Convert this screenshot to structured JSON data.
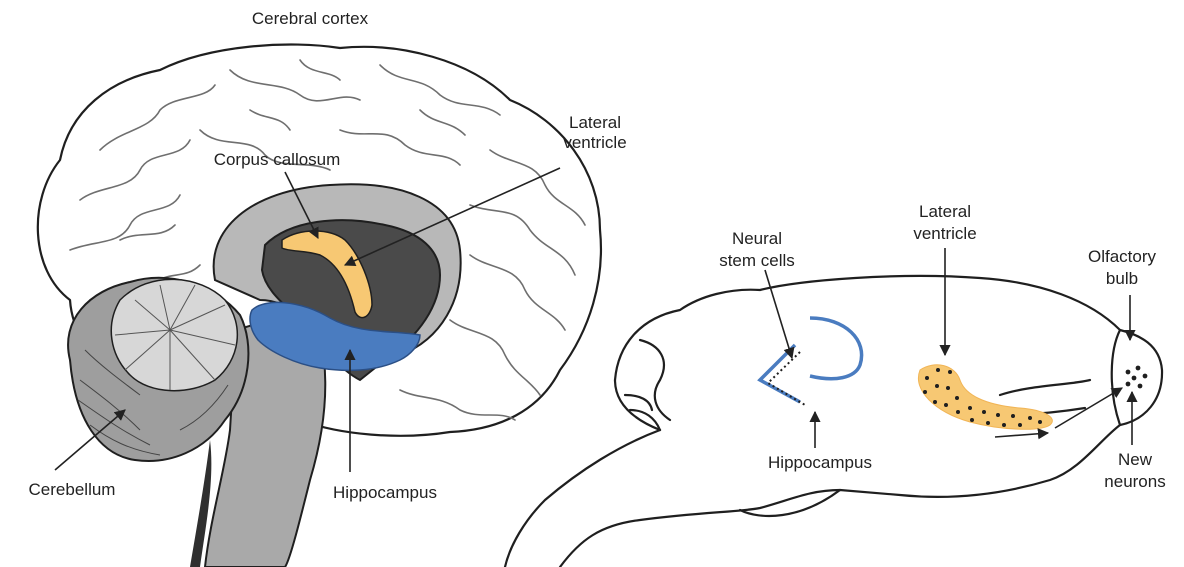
{
  "left_panel": {
    "labels": {
      "cerebral_cortex": "Cerebral cortex",
      "corpus_callosum": "Corpus callosum",
      "lateral_ventricle_line1": "Lateral",
      "lateral_ventricle_line2": "ventricle",
      "cerebellum": "Cerebellum",
      "hippocampus": "Hippocampus"
    }
  },
  "right_panel": {
    "labels": {
      "neural_stem_cells_line1": "Neural",
      "neural_stem_cells_line2": "stem cells",
      "lateral_ventricle_line1": "Lateral",
      "lateral_ventricle_line2": "ventricle",
      "olfactory_bulb_line1": "Olfactory",
      "olfactory_bulb_line2": "bulb",
      "hippocampus": "Hippocampus",
      "new_neurons_line1": "New",
      "new_neurons_line2": "neurons"
    }
  },
  "colors": {
    "cortex_fill": "#f1f1f1",
    "corpus_callosum": "#f7c873",
    "hippocampus": "#4a7cc0",
    "ventricle_dark": "#4a4a4a",
    "brainstem_gray": "#a9a9a9",
    "cerebellum_gray": "#9e9e9e",
    "outline": "#1f1f1f"
  }
}
